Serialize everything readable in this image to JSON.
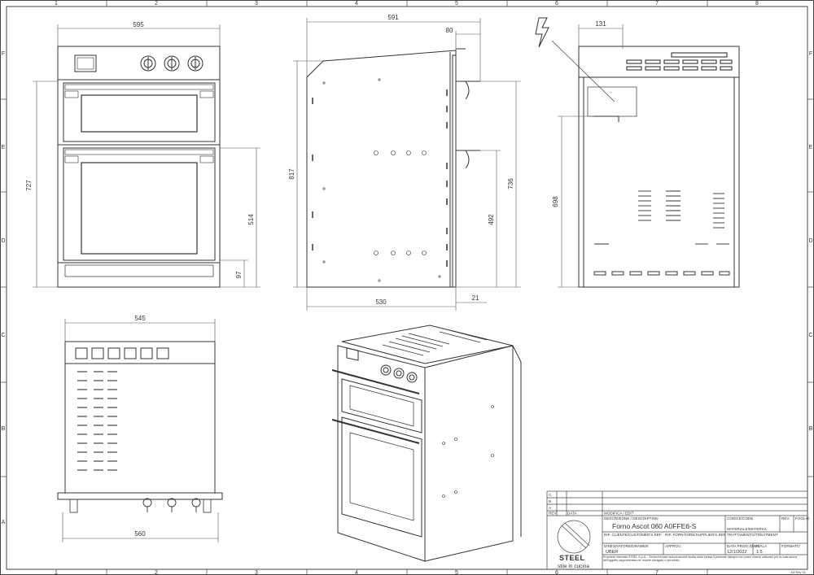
{
  "frame": {
    "columns": [
      "1",
      "2",
      "3",
      "4",
      "5",
      "6",
      "7",
      "8"
    ],
    "rows": [
      "F",
      "E",
      "D",
      "C",
      "B",
      "A"
    ]
  },
  "dimensions": {
    "front_width": "595",
    "front_height": "727",
    "front_mid": "514",
    "front_base": "97",
    "side_depth_top": "591",
    "side_handle": "80",
    "side_height": "817",
    "side_h_right": "736",
    "side_h_mid": "492",
    "side_depth_bottom": "530",
    "side_offset": "21",
    "rear_offset": "131",
    "rear_height": "698",
    "bottom_width_top": "545",
    "bottom_width_bottom": "560"
  },
  "title_block": {
    "rev_header": [
      "REV",
      "DATA",
      "MODIFICA / EDIT"
    ],
    "rev_letters": [
      "C",
      "B",
      "A"
    ],
    "codice_label": "CODICE/CODE",
    "desc_label": "DESCRIZIONE / DESCRIPTION",
    "product_name": "Forno Ascot 060 A0FFE6-S",
    "materiale_label": "MATERIALE/MATERIAL",
    "rev_label": "REV.",
    "foglio_label": "FOGLIO",
    "cliente_label": "RIF. CLIENTE/CUSTOMER'S REF.",
    "fornitore_label": "RIF. FORNITORE/SUPPLIER'S REF.",
    "trattamento_label": "TRATTAMENTO/TREATMENT",
    "disegnatore_label": "DISEGNATORE/DRAWER",
    "approv_label": "APPROV.",
    "dataprog_label": "DATA PROG./DATE",
    "scala_label": "SCALA",
    "scala_value": "1:5",
    "formato_label": "FORMATO",
    "drawer_value": "UBER",
    "date_value": "12/1/2022",
    "brand": "STEEL",
    "tagline": "stile in cucina",
    "disclaimer": "Proprieta' riservata STEEL S.p.A. - Senza formale autorizzazione scritta della stessa il presente disegno non potra' essere utilizzato per la costruzione dell'oggetto rappresentato ne' essere divulgato o riprodotto.",
    "footer_code": "A3 Rev 01"
  },
  "colors": {
    "line": "#333333",
    "frame": "#444444",
    "light": "#888888"
  }
}
